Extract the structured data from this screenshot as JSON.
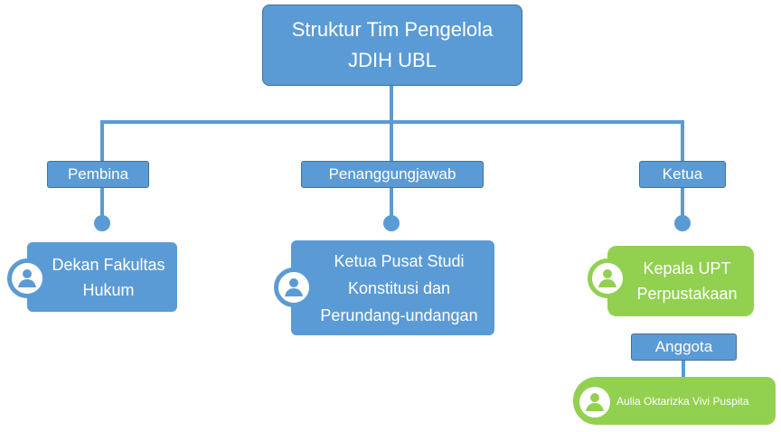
{
  "title": {
    "line1": "Struktur Tim Pengelola",
    "line2": "JDIH UBL"
  },
  "branches": [
    {
      "label": "Pembina",
      "person_line1": "Dekan Fakultas",
      "person_line2": "Hukum"
    },
    {
      "label": "Penanggungjawab",
      "person_line1": "Ketua Pusat Studi",
      "person_line2": "Konstitusi dan",
      "person_line3": "Perundang-undangan"
    },
    {
      "label": "Ketua",
      "person_line1": "Kepala UPT",
      "person_line2": "Perpustakaan"
    }
  ],
  "member": {
    "label": "Anggota",
    "name": "Aulia Oktarizka Vivi Puspita"
  },
  "colors": {
    "blue": "#5b9bd5",
    "green": "#92d050",
    "border": "#41719c"
  }
}
